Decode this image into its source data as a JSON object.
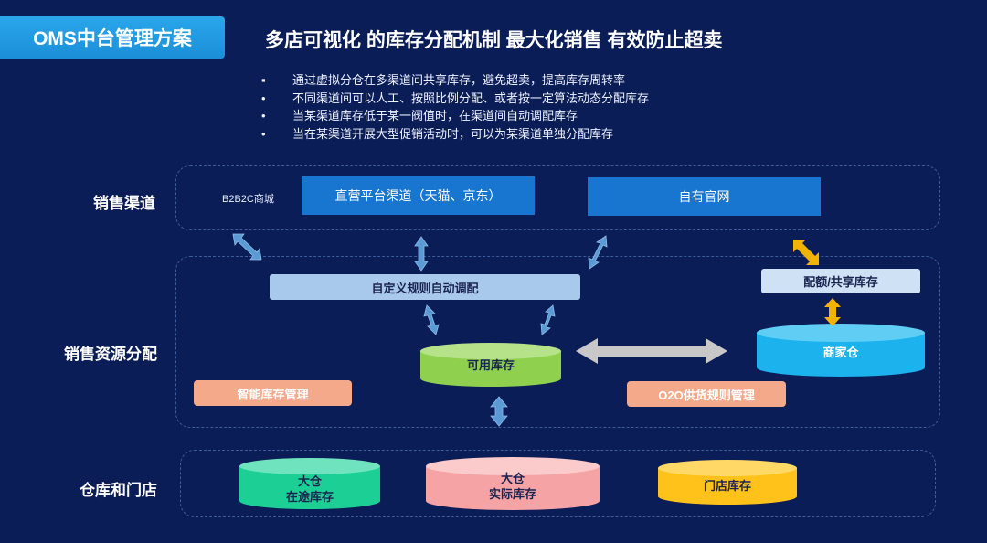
{
  "header": {
    "badge": "OMS中台管理方案",
    "headline": "多店可视化 的库存分配机制  最大化销售 有效防止超卖"
  },
  "bullets": [
    "通过虚拟分仓在多渠道间共享库存，避免超卖，提高库存周转率",
    "不同渠道间可以人工、按照比例分配、或者按一定算法动态分配库存",
    "当某渠道库存低于某一阀值时，在渠道间自动调配库存",
    "当在某渠道开展大型促销活动时，可以为某渠道单独分配库存"
  ],
  "sections": {
    "sales_channels": "销售渠道",
    "resource_allocation": "销售资源分配",
    "warehouse_store": "仓库和门店"
  },
  "channels": {
    "b2b2c": "B2B2C商城",
    "direct": "直营平台渠道（天猫、京东）",
    "own_site": "自有官网"
  },
  "allocation": {
    "custom_rules": "自定义规则自动调配",
    "quota_shared": "配额/共享库存",
    "available": "可用库存",
    "merchant_wh": "商家仓",
    "smart_inventory": "智能库存管理",
    "o2o_rules": "O2O供货规则管理"
  },
  "warehouses": {
    "transit_line1": "大仓",
    "transit_line2": "在途库存",
    "actual_line1": "大仓",
    "actual_line2": "实际库存",
    "store": "门店库存"
  },
  "colors": {
    "background": "#0b1d57",
    "badge": "#1b8fd8",
    "channel_box": "#1876d0",
    "green_cylinder": "#8fd14f",
    "cyan_cylinder": "#1bb2ee",
    "teal_cylinder": "#1ccf95",
    "pink_cylinder": "#f6a3a6",
    "yellow_cylinder": "#ffc21a",
    "peach_box": "#f4a98b",
    "arrow_blue": "#5b9bd5",
    "arrow_gold": "#f2b400",
    "arrow_gray": "#c8c8c8"
  }
}
